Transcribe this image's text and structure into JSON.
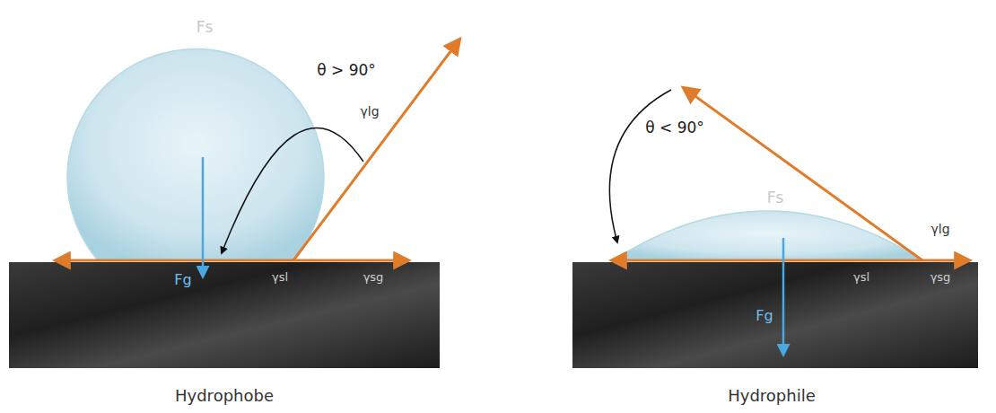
{
  "diagram": {
    "labels": [
      "Fs",
      "θ > 90°",
      "γlg",
      "Fg",
      "γsl",
      "γsg",
      "Hydrophobe",
      "θ < 90°",
      "Fs",
      "γlg",
      "Fg",
      "γsl",
      "γsg",
      "Hydrophile"
    ]
  }
}
